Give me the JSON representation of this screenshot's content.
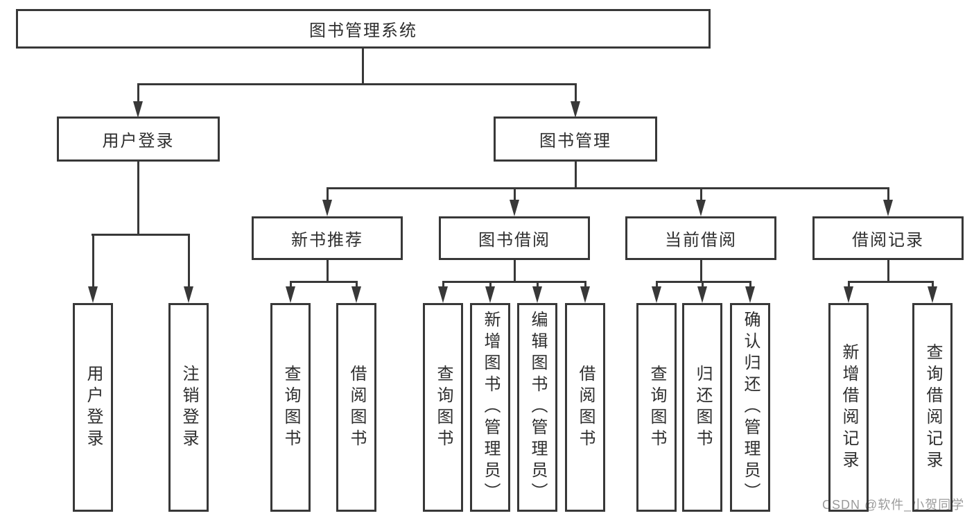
{
  "diagram": {
    "root": {
      "label": "图书管理系统"
    },
    "level2": [
      {
        "label": "用户登录"
      },
      {
        "label": "图书管理"
      }
    ],
    "level3": [
      {
        "label": "新书推荐"
      },
      {
        "label": "图书借阅"
      },
      {
        "label": "当前借阅"
      },
      {
        "label": "借阅记录"
      }
    ],
    "leaves": [
      {
        "label": "用户登录"
      },
      {
        "label": "注销登录"
      },
      {
        "label": "查询图书"
      },
      {
        "label": "借阅图书"
      },
      {
        "label": "查询图书"
      },
      {
        "label": "新增图书（管理员）"
      },
      {
        "label": "编辑图书（管理员）"
      },
      {
        "label": "借阅图书"
      },
      {
        "label": "查询图书"
      },
      {
        "label": "归还图书"
      },
      {
        "label": "确认归还（管理员）"
      },
      {
        "label": "新增借阅记录"
      },
      {
        "label": "查询借阅记录"
      }
    ],
    "colors": {
      "line": "#383838",
      "box_border": "#383838",
      "text": "#2e2e2e",
      "background": "#ffffff",
      "watermark": "#9b9b9b"
    }
  },
  "watermark": {
    "text": "CSDN @软件_小贺同学"
  }
}
